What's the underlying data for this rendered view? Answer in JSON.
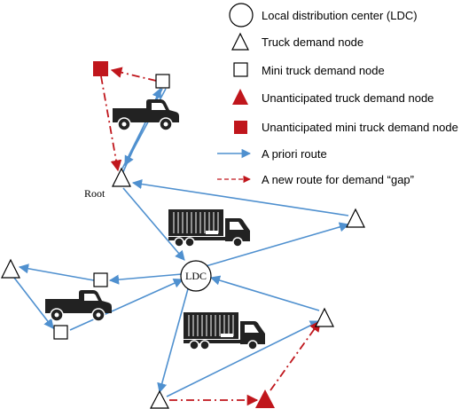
{
  "colors": {
    "apriori_route": "#4f90cf",
    "gap_route": "#c0161c",
    "unanticipated": "#c0161c",
    "outline": "#000000",
    "vehicle": "#222222"
  },
  "legend": {
    "ldc": "Local distribution center (LDC)",
    "truck_node": "Truck demand node",
    "mini_node": "Mini truck demand node",
    "u_truck_node": "Unanticipated truck demand node",
    "u_mini_node": "Unanticipated mini truck demand node",
    "apriori": "A priori route",
    "gap": "A new route for demand “gap”"
  },
  "labels": {
    "root": "Root",
    "ldc": "LDC"
  },
  "icons": [
    "pickup-truck-icon",
    "container-truck-icon"
  ]
}
